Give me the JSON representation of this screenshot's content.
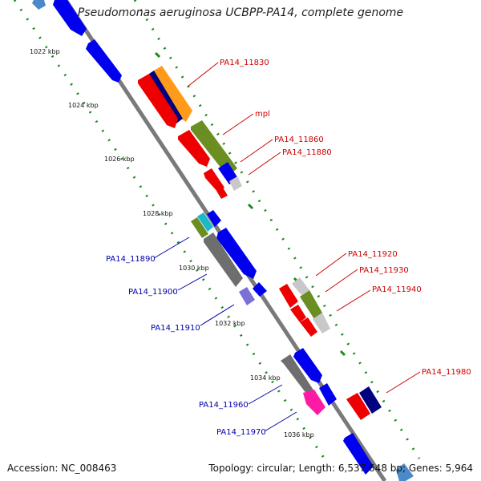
{
  "title": "Pseudomonas aeruginosa UCBPP-PA14, complete genome",
  "footer": {
    "accession": "Accession: NC_008463",
    "topology": "Topology: circular; Length: 6,537,648 bp; Genes: 5,964"
  },
  "kbp_labels": [
    "1022 kbp",
    "1024 kbp",
    "1026 kbp",
    "1028 kbp",
    "1030 kbp",
    "1032 kbp",
    "1034 kbp",
    "1036 kbp"
  ],
  "gene_labels_forward": [
    "PA14_11830",
    "mpl",
    "PA14_11860",
    "PA14_11880",
    "PA14_11920",
    "PA14_11930",
    "PA14_11940",
    "PA14_11980"
  ],
  "gene_labels_reverse": [
    "PA14_11890",
    "PA14_11900",
    "PA14_11910",
    "PA14_11960",
    "PA14_11970"
  ],
  "colors": {
    "forward_label": "#cc0000",
    "reverse_label": "#0000aa",
    "backbone": "#8a8a8a",
    "tick_dots": "#1a8a1a",
    "gene_red": "#ee0000",
    "gene_blue": "#0000ee",
    "gene_navy": "#000080",
    "gene_orange": "#ff9a1a",
    "gene_olive": "#6b8e23",
    "gene_grey": "#6e6e6e",
    "gene_lightgrey": "#c8c8c8",
    "gene_cyan": "#1ab8c8",
    "gene_magenta": "#ff1aa6",
    "gene_purple": "#7a70d8",
    "gene_steelblue": "#4a8ac8"
  }
}
